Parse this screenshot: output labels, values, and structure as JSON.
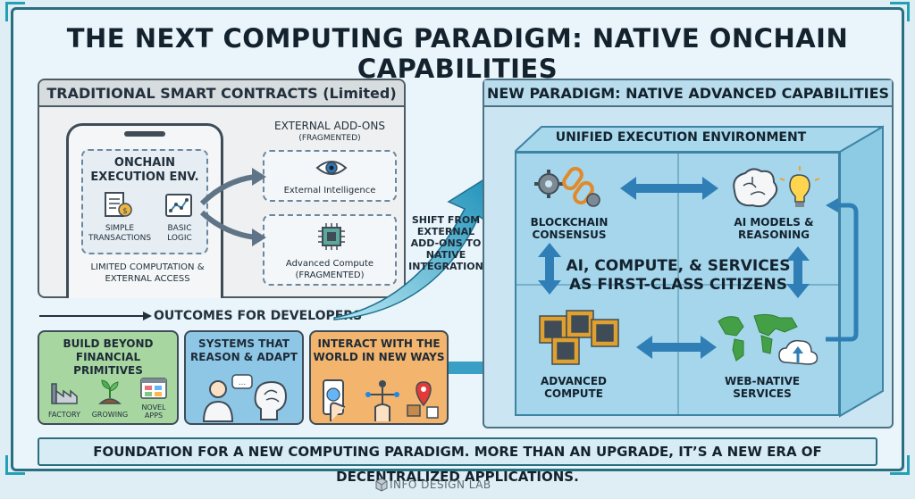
{
  "title": "THE NEXT COMPUTING PARADIGM: NATIVE ONCHAIN CAPABILITIES",
  "traditional": {
    "header": "TRADITIONAL SMART CONTRACTS (Limited)",
    "onchain_title": "ONCHAIN EXECUTION ENV.",
    "simple_transactions": "SIMPLE TRANSACTIONS",
    "basic_logic": "BASIC LOGIC",
    "limited": "LIMITED COMPUTATION & EXTERNAL ACCESS",
    "external_addons": "EXTERNAL ADD-ONS",
    "fragmented": "(FRAGMENTED)",
    "external_intelligence": "External Intelligence",
    "advanced_compute": "Advanced Compute",
    "advanced_compute_fragmented": "(FRAGMENTED)"
  },
  "outcomes": {
    "label": "OUTCOMES FOR DEVELOPERS",
    "cards": [
      {
        "title": "BUILD BEYOND FINANCIAL PRIMITIVES",
        "items": [
          "FACTORY",
          "GROWING",
          "NOVEL APPS"
        ]
      },
      {
        "title": "SYSTEMS THAT REASON & ADAPT"
      },
      {
        "title": "INTERACT WITH THE WORLD IN NEW WAYS"
      }
    ]
  },
  "shift": "SHIFT FROM EXTERNAL ADD-ONS TO NATIVE INTEGRATION",
  "new_paradigm": {
    "header": "NEW PARADIGM: NATIVE ADVANCED CAPABILITIES",
    "unified": "UNIFIED EXECUTION ENVIRONMENT",
    "blockchain": "BLOCKCHAIN CONSENSUS",
    "ai_models": "AI MODELS & REASONING",
    "center": "AI, COMPUTE, & SERVICES AS FIRST-CLASS CITIZENS",
    "advanced_compute": "ADVANCED COMPUTE",
    "web_native": "WEB-NATIVE SERVICES"
  },
  "footer": "FOUNDATION FOR A NEW COMPUTING PARADIGM. MORE THAN AN UPGRADE, IT’S A NEW ERA OF DECENTRALIZED APPLICATIONS.",
  "brand": "INFO DESIGN LAB",
  "colors": {
    "frame": "#2a6e80",
    "green_card": "#a8d6a0",
    "blue_card": "#8ec7e6",
    "orange_card": "#f3b46d",
    "cube": "#78c4e2"
  }
}
